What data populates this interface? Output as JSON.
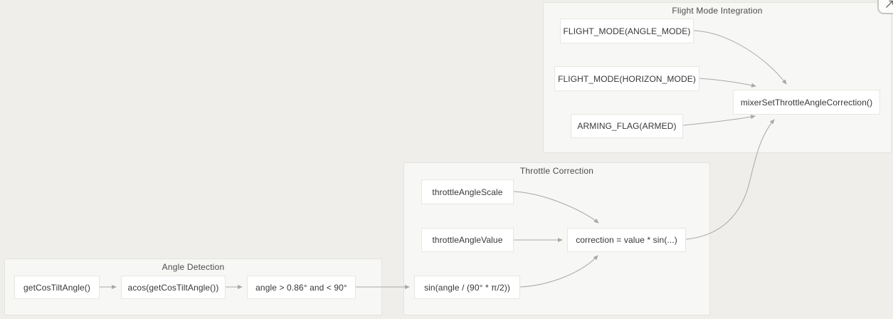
{
  "diagram": {
    "groups": [
      {
        "title": "Flight Mode Integration",
        "nodes": [
          {
            "label": "FLIGHT_MODE(ANGLE_MODE)"
          },
          {
            "label": "FLIGHT_MODE(HORIZON_MODE)"
          },
          {
            "label": "ARMING_FLAG(ARMED)"
          },
          {
            "label": "mixerSetThrottleAngleCorrection()"
          }
        ]
      },
      {
        "title": "Throttle Correction",
        "nodes": [
          {
            "label": "throttleAngleScale"
          },
          {
            "label": "throttleAngleValue"
          },
          {
            "label": "sin(angle / (90° * π/2))"
          },
          {
            "label": "correction = value * sin(...)"
          }
        ]
      },
      {
        "title": "Angle Detection",
        "nodes": [
          {
            "label": "getCosTiltAngle()"
          },
          {
            "label": "acos(getCosTiltAngle())"
          },
          {
            "label": "angle > 0.86° and < 90°"
          }
        ]
      }
    ],
    "edges": [
      {
        "from": "getCosTiltAngle()",
        "to": "acos(getCosTiltAngle())"
      },
      {
        "from": "acos(getCosTiltAngle())",
        "to": "angle > 0.86° and < 90°"
      },
      {
        "from": "angle > 0.86° and < 90°",
        "to": "sin(angle / (90° * π/2))"
      },
      {
        "from": "sin(angle / (90° * π/2))",
        "to": "correction = value * sin(...)"
      },
      {
        "from": "throttleAngleValue",
        "to": "correction = value * sin(...)"
      },
      {
        "from": "throttleAngleScale",
        "to": "correction = value * sin(...)"
      },
      {
        "from": "correction = value * sin(...)",
        "to": "mixerSetThrottleAngleCorrection()"
      },
      {
        "from": "FLIGHT_MODE(ANGLE_MODE)",
        "to": "mixerSetThrottleAngleCorrection()"
      },
      {
        "from": "FLIGHT_MODE(HORIZON_MODE)",
        "to": "mixerSetThrottleAngleCorrection()"
      },
      {
        "from": "ARMING_FLAG(ARMED)",
        "to": "mixerSetThrottleAngleCorrection()"
      }
    ],
    "colors": {
      "page_background": "#efeeeb",
      "group_background": "#f7f7f5",
      "group_border": "#e4e3df",
      "node_background": "#ffffff",
      "node_border": "#e7e6e2",
      "edge_stroke": "#a8a8a8",
      "text": "#373737"
    },
    "controls": {
      "expand_button_icon": "diagonal-arrow"
    }
  }
}
